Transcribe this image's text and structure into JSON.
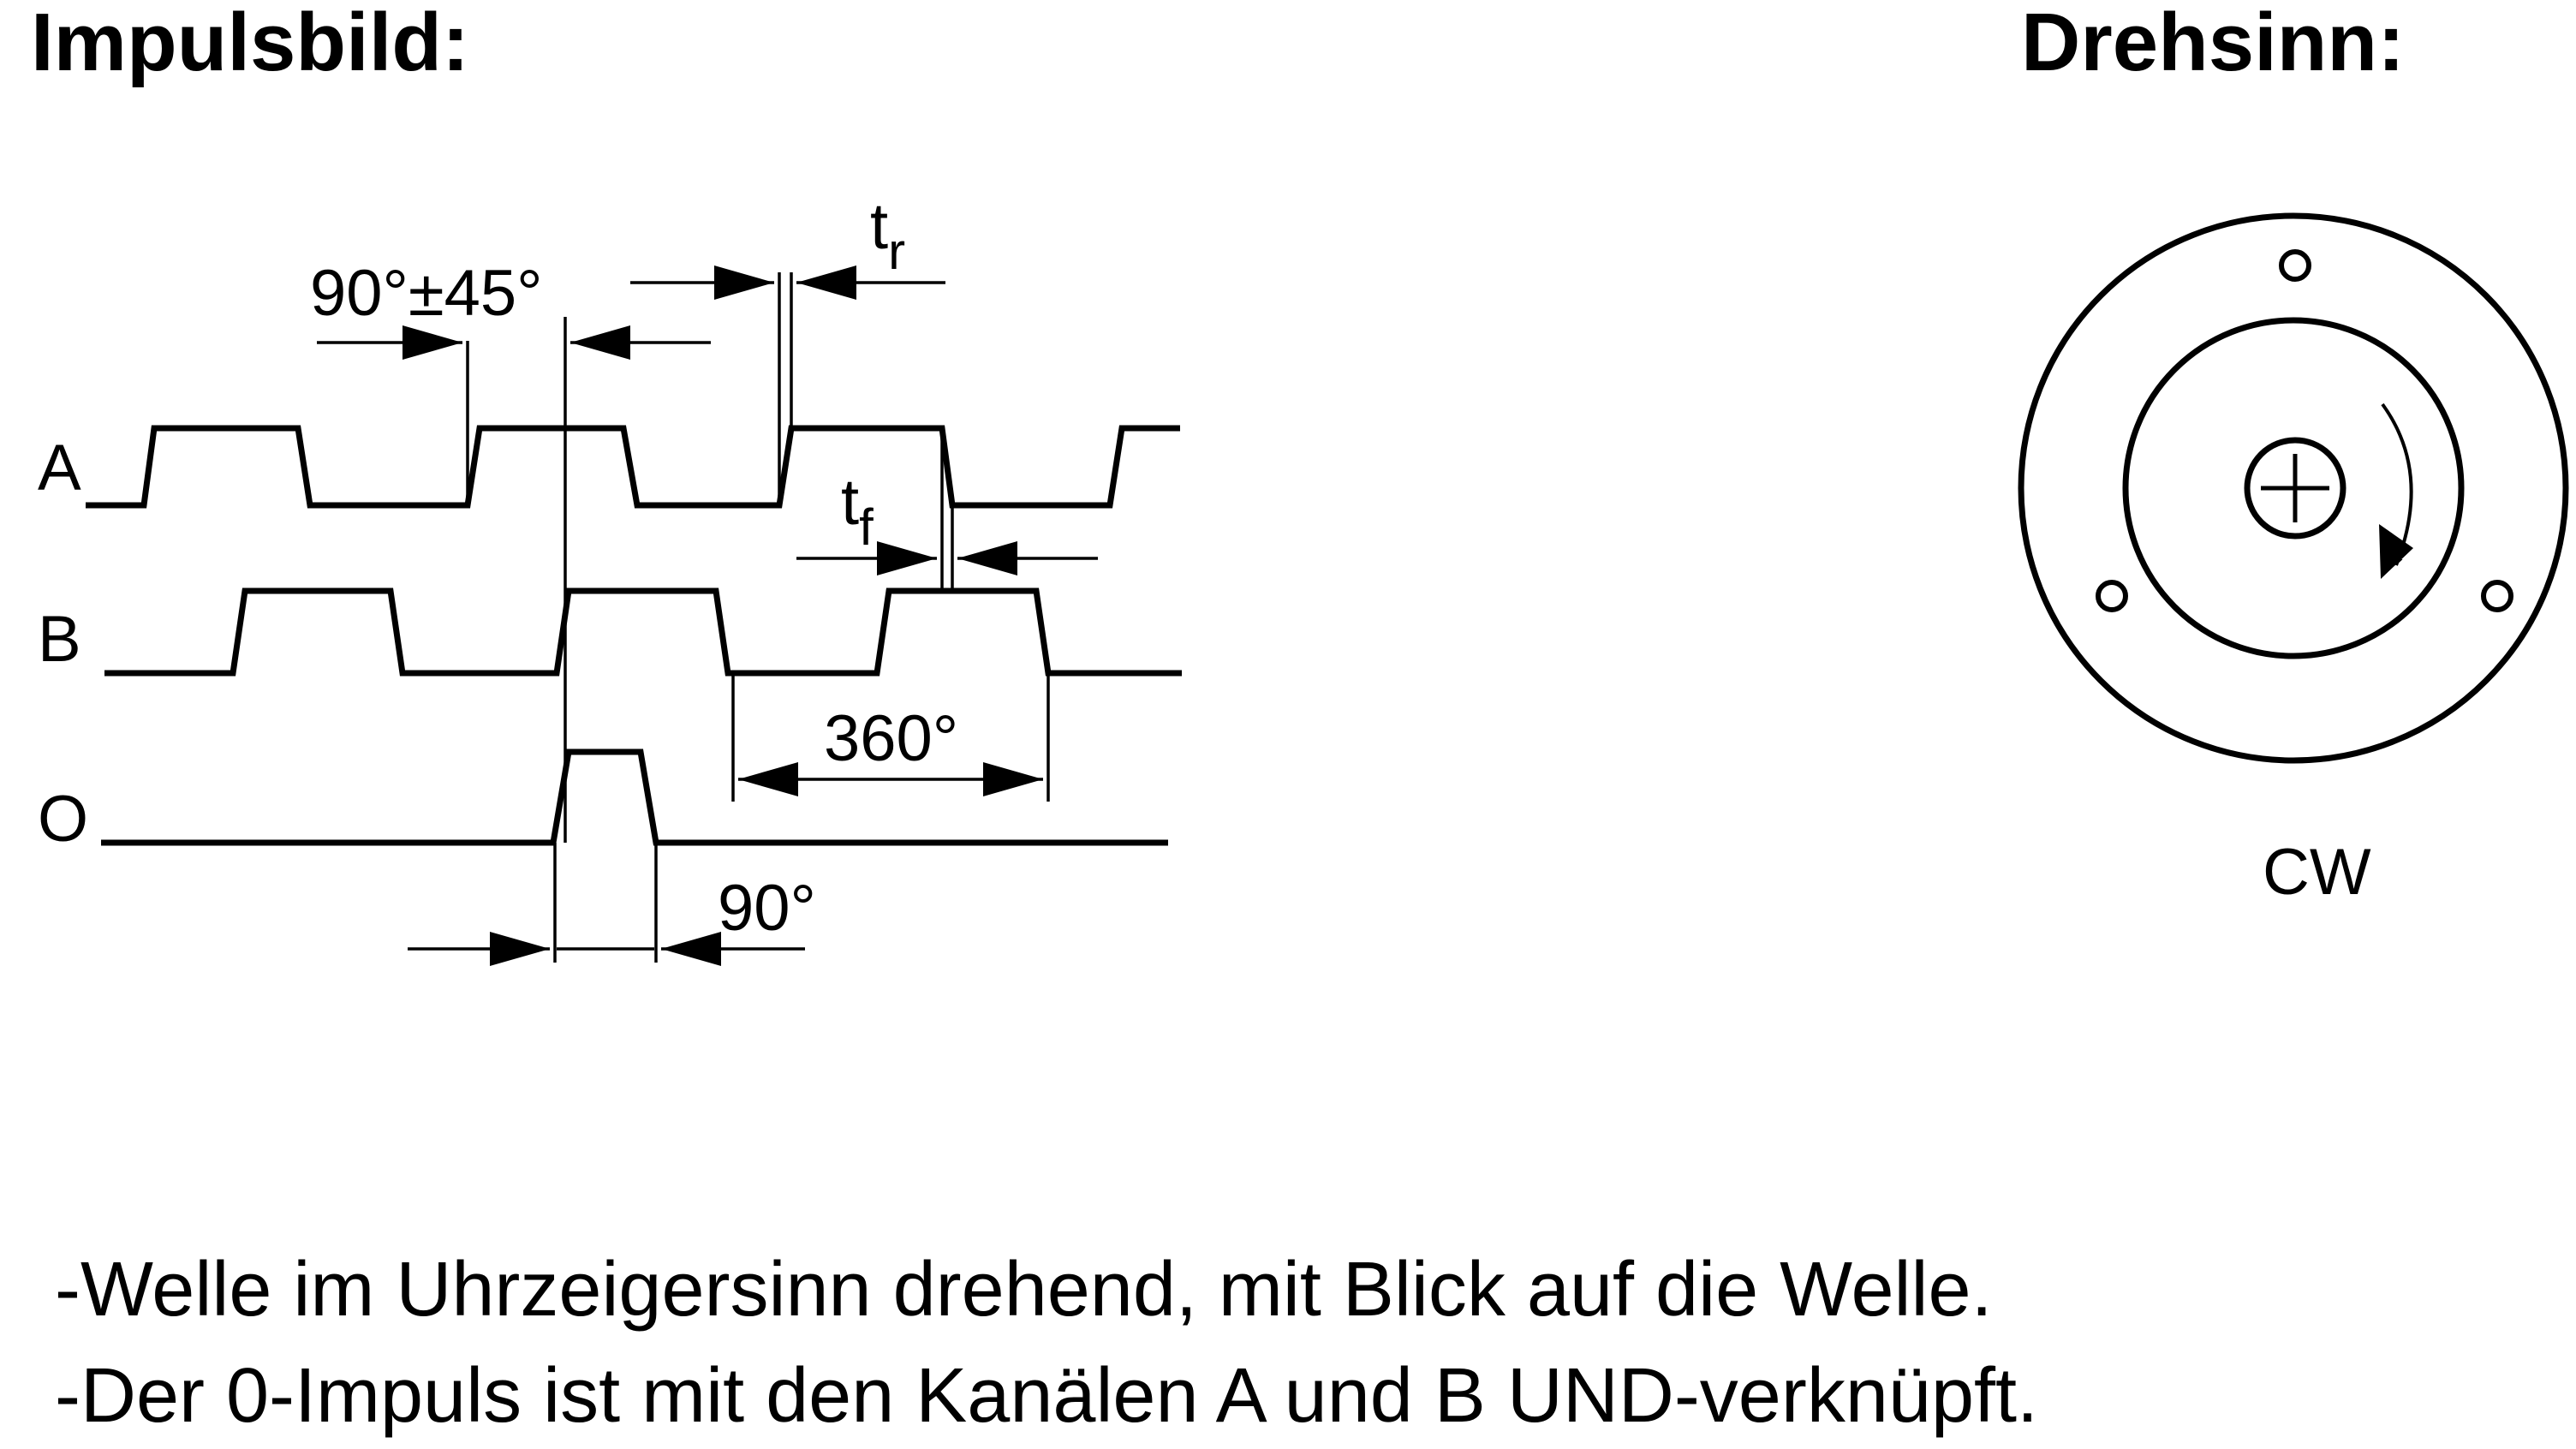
{
  "headings": {
    "pulse_diagram": "Impulsbild:",
    "rotation": "Drehsinn:"
  },
  "channels": {
    "a": "A",
    "b": "B",
    "o": "O"
  },
  "dimensions": {
    "phase": "90°±45°",
    "rise_time_symbol": "t",
    "rise_time_sub": "r",
    "fall_time_symbol": "t",
    "fall_time_sub": "f",
    "period": "360°",
    "index_width": "90°"
  },
  "rotation": {
    "direction": "CW"
  },
  "notes": [
    "-Welle im Uhrzeigersinn drehend, mit Blick auf die Welle.",
    "-Der 0-Impuls ist mit den Kanälen A und B UND-verknüpft."
  ]
}
